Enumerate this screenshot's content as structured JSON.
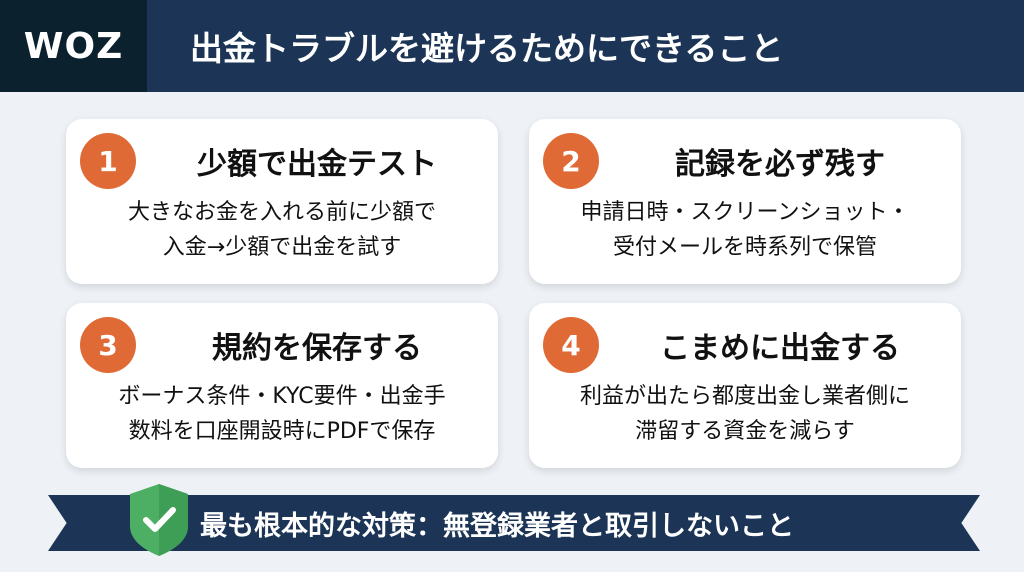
{
  "header": {
    "logo": "WOZ",
    "title": "出金トラブルを避けるためにできること"
  },
  "cards": [
    {
      "number": "1",
      "title": "少額で出金テスト",
      "lines": [
        "大きなお金を入れる前に少額で",
        "入金→少額で出金を試す"
      ]
    },
    {
      "number": "2",
      "title": "記録を必ず残す",
      "lines": [
        "申請日時・スクリーンショット・",
        "受付メールを時系列で保管"
      ]
    },
    {
      "number": "3",
      "title": "規約を保存する",
      "lines": [
        "ボーナス条件・KYC要件・出金手",
        "数料を口座開設時にPDFで保存"
      ]
    },
    {
      "number": "4",
      "title": "こまめに出金する",
      "lines": [
        "利益が出たら都度出金し業者側に",
        "滞留する資金を減らす"
      ]
    }
  ],
  "banner": {
    "text": "最も根本的な対策：無登録業者と取引しないこと",
    "icon": "shield-check-icon"
  },
  "colors": {
    "accent": "#e06a35",
    "navy": "#1c3556",
    "shield": "#4caf63"
  }
}
